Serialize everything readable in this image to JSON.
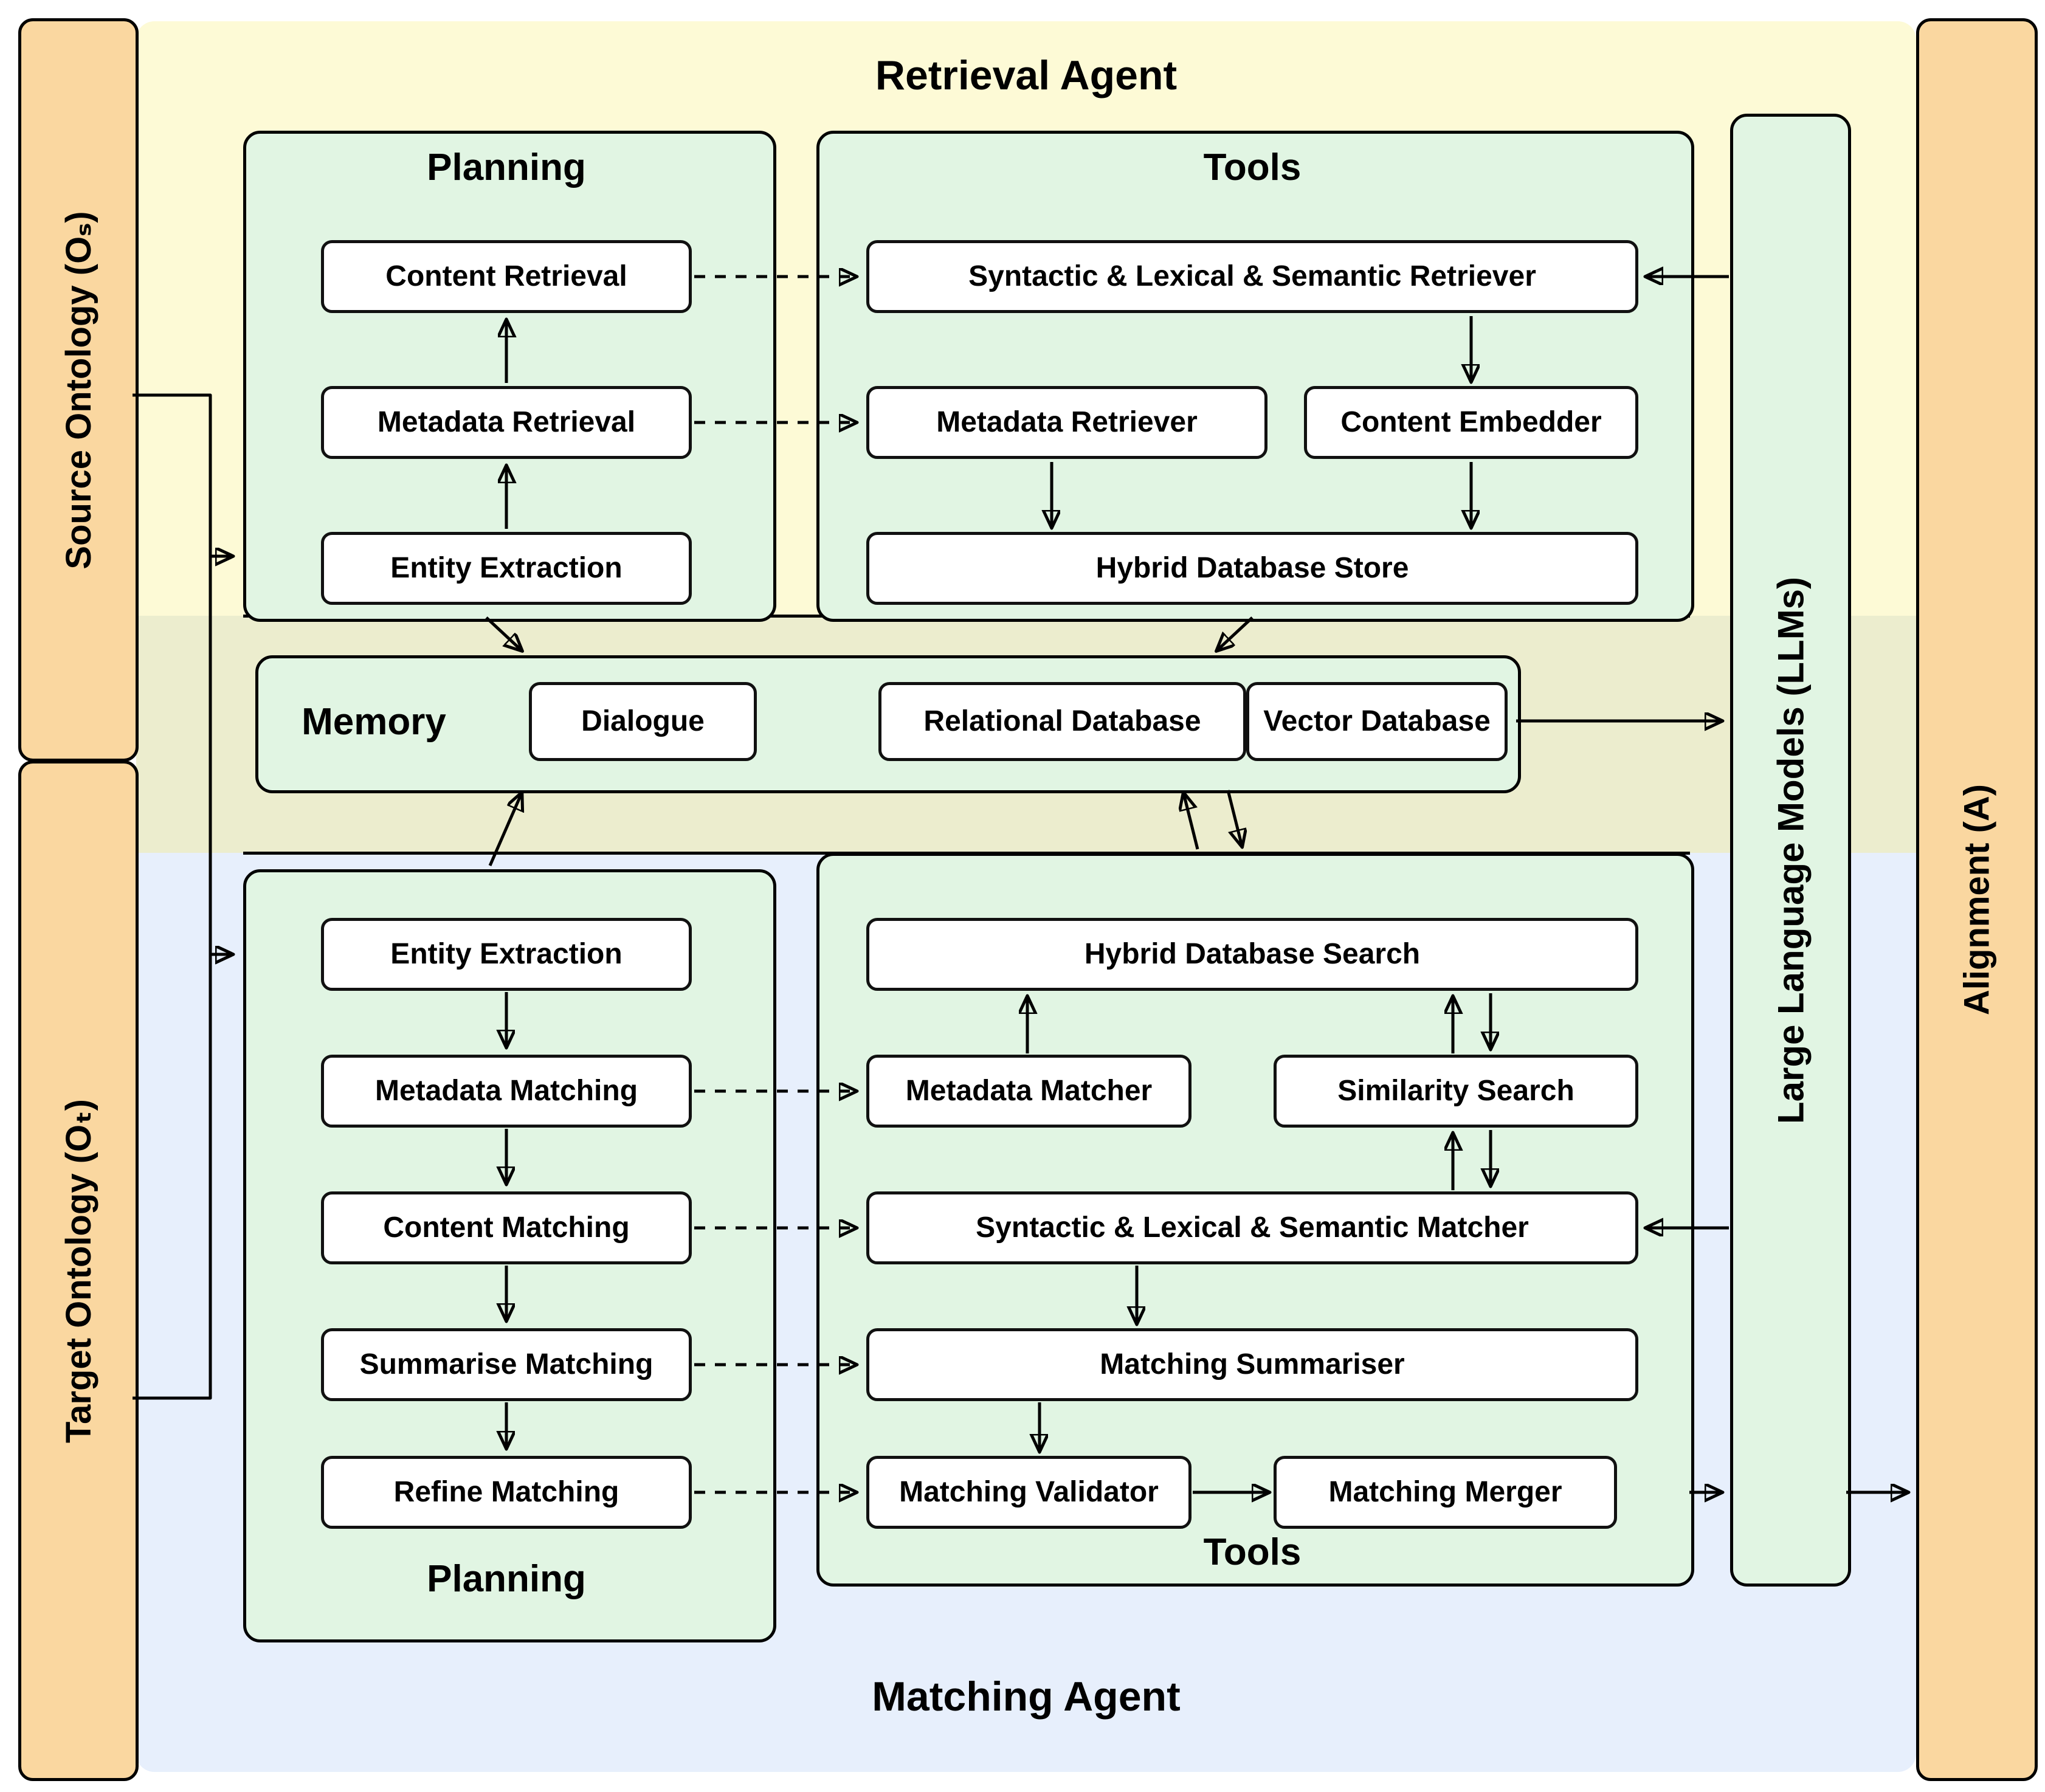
{
  "bars": {
    "source_ontology": "Source Ontology (Oₛ)",
    "target_ontology": "Target Ontology (Oₜ)",
    "alignment": "Alignment (A)",
    "llms": "Large Language Models (LLMs)"
  },
  "retrieval_agent": {
    "title": "Retrieval Agent",
    "planning": {
      "title": "Planning",
      "items": [
        "Content Retrieval",
        "Metadata Retrieval",
        "Entity Extraction"
      ]
    },
    "tools": {
      "title": "Tools",
      "items": [
        "Syntactic & Lexical & Semantic Retriever",
        "Metadata Retriever",
        "Content Embedder",
        "Hybrid Database Store"
      ]
    }
  },
  "memory": {
    "title": "Memory",
    "items": [
      "Dialogue",
      "Relational Database",
      "Vector Database"
    ]
  },
  "matching_agent": {
    "title": "Matching Agent",
    "planning": {
      "title": "Planning",
      "items": [
        "Entity Extraction",
        "Metadata Matching",
        "Content Matching",
        "Summarise Matching",
        "Refine Matching"
      ]
    },
    "tools": {
      "title": "Tools",
      "items": [
        "Hybrid Database Search",
        "Metadata Matcher",
        "Similarity Search",
        "Syntactic & Lexical & Semantic Matcher",
        "Matching Summariser",
        "Matching Validator",
        "Matching Merger"
      ]
    }
  },
  "colors": {
    "orange_bar": "#FAD7A0",
    "yellow_region": "#FDFAD6",
    "olive_band": "#ECEDCE",
    "blue_region": "#E7EFFC",
    "green_box": "#E1F5E3",
    "line": "#000000"
  }
}
